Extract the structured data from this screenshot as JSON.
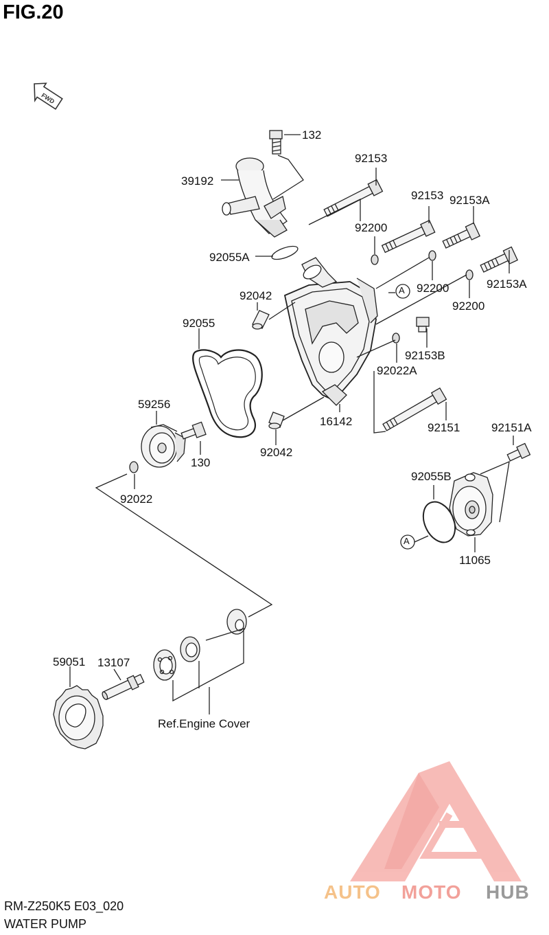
{
  "figure": {
    "title": "FIG.20",
    "fwd_label": "FWD"
  },
  "callouts": {
    "p132": "132",
    "p39192": "39192",
    "p92153_top": "92153",
    "p92153_mid": "92153",
    "p92153A_top": "92153A",
    "p92200_top": "92200",
    "p92055A": "92055A",
    "p92042_top": "92042",
    "p92200_mid": "92200",
    "p92153A_right": "92153A",
    "p92200_right": "92200",
    "ref_A_top": "A",
    "p92055": "92055",
    "p92153B": "92153B",
    "p92022A": "92022A",
    "p59256": "59256",
    "p16142": "16142",
    "p92151": "92151",
    "p92151A": "92151A",
    "p130": "130",
    "p92042_bottom": "92042",
    "p92055B": "92055B",
    "p92022": "92022",
    "ref_A_bottom": "A",
    "p11065": "11065",
    "p59051": "59051",
    "p13107": "13107",
    "ref_engine_cover": "Ref.Engine Cover"
  },
  "footer": {
    "model_code": "RM-Z250K5 E03_020",
    "section_name": "WATER PUMP"
  },
  "watermark": {
    "part1": "AUTO",
    "part2": "MOTO",
    "part3": "HUB",
    "color_auto": "#f5c28a",
    "color_moto": "#f2a19a",
    "color_hub": "#9a9a9a",
    "logo_color": "#f08a8a"
  }
}
